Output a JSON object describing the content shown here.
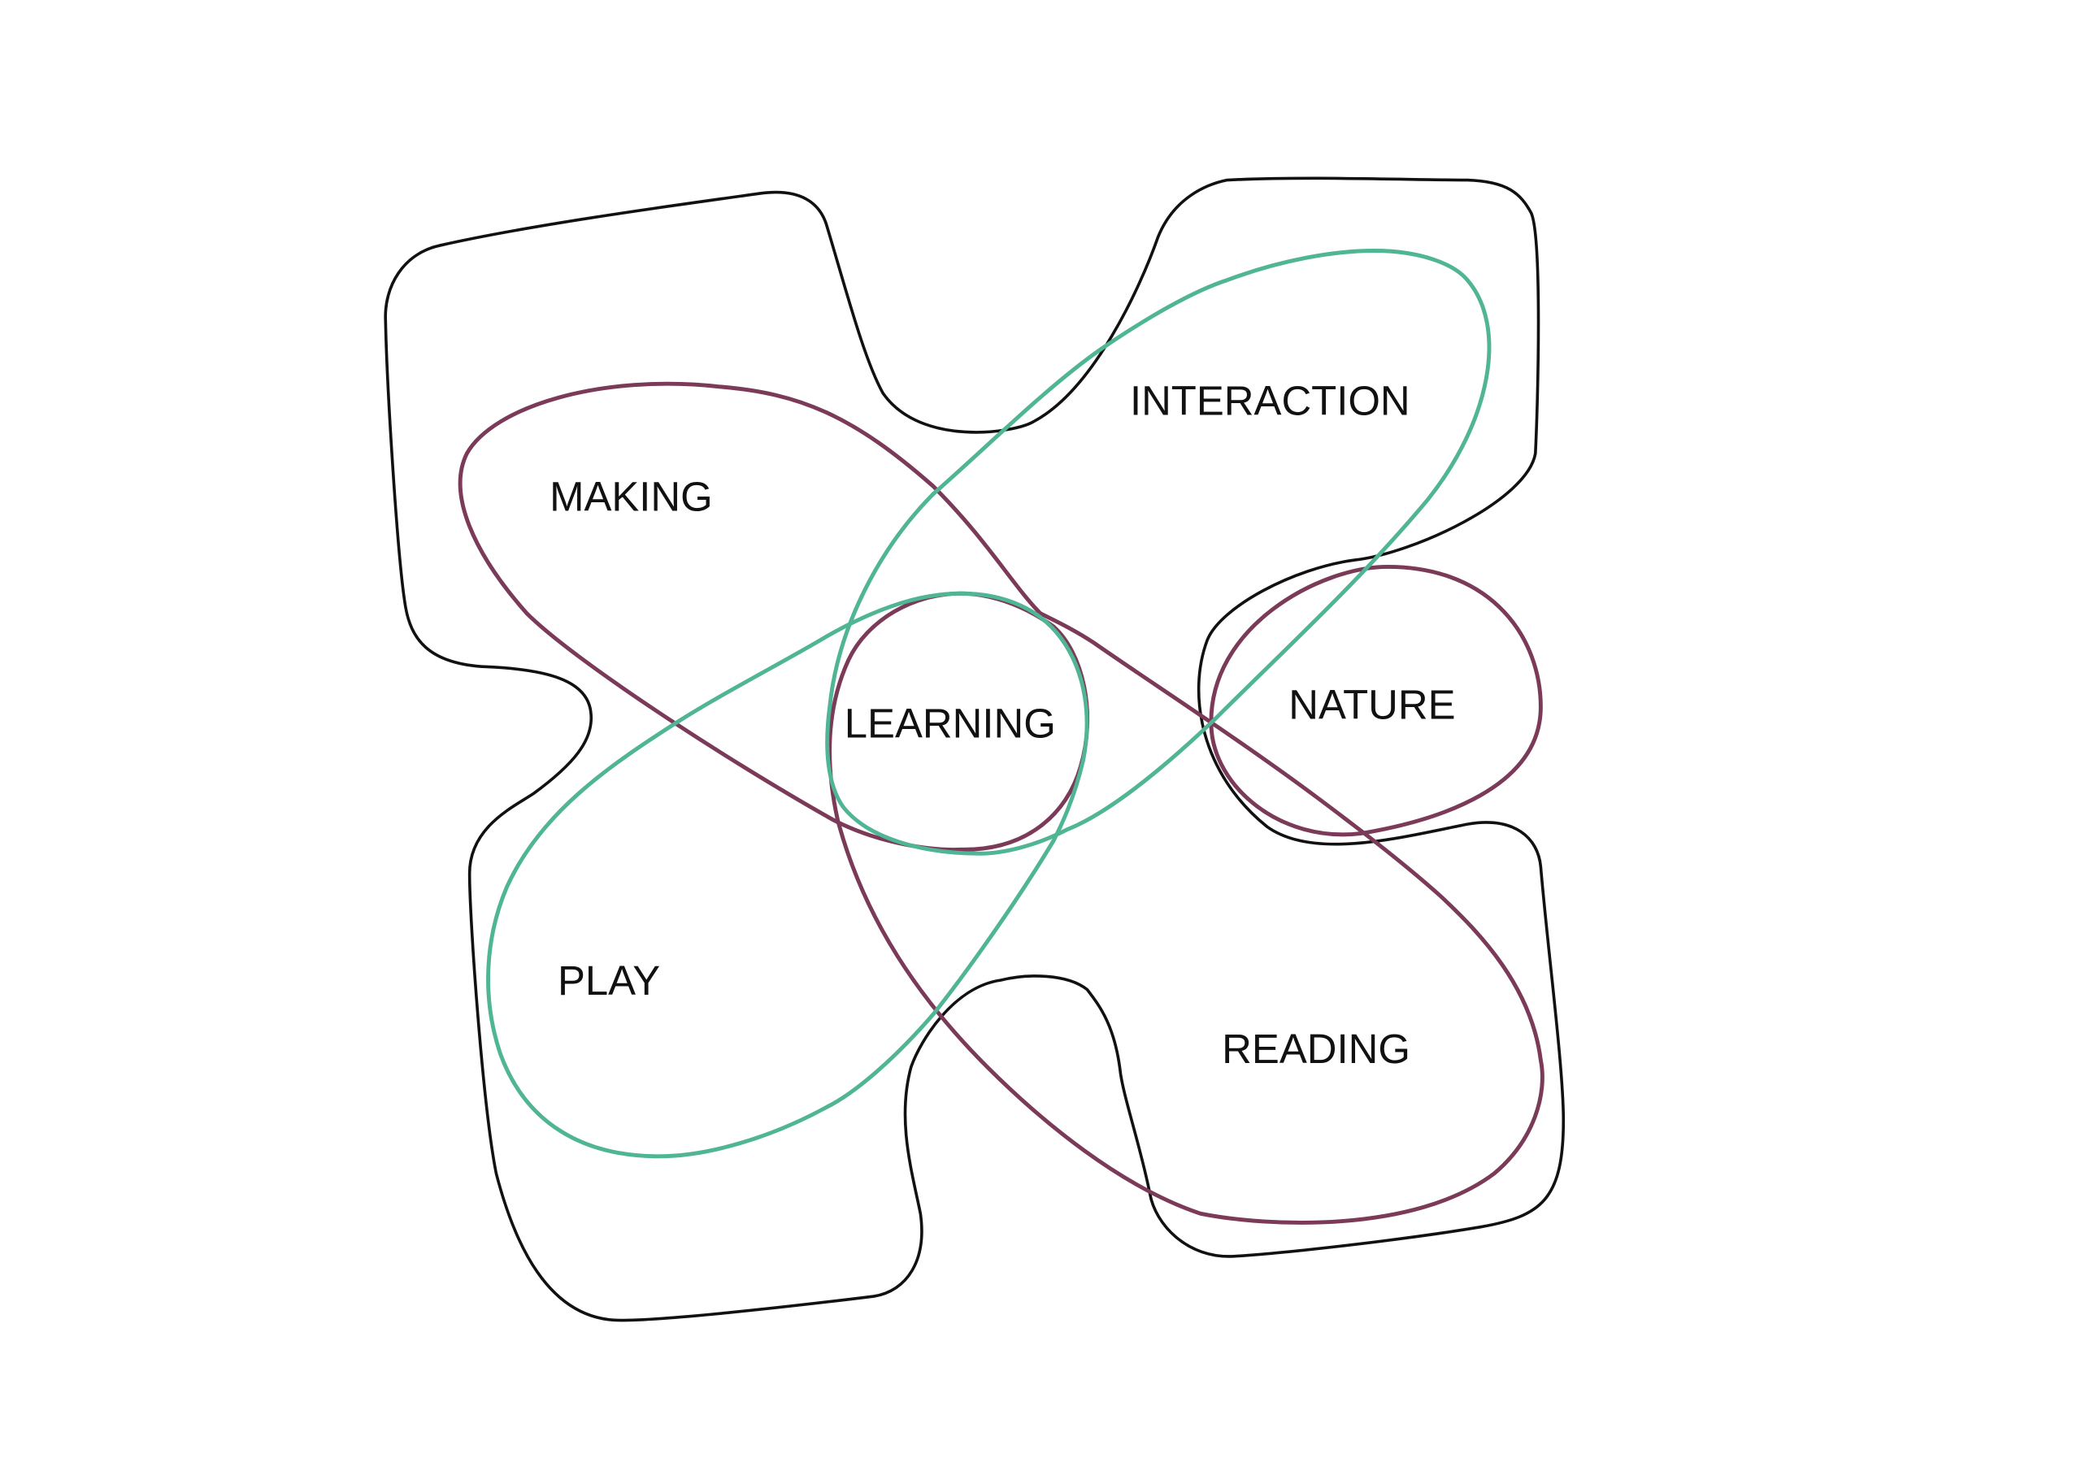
{
  "diagram": {
    "labels": {
      "making": "MAKING",
      "interaction": "INTERACTION",
      "learning": "LEARNING",
      "nature": "NATURE",
      "play": "PLAY",
      "reading": "READING"
    },
    "colors": {
      "outline": "#111111",
      "purple": "#7a3a58",
      "teal": "#4fb594"
    }
  }
}
